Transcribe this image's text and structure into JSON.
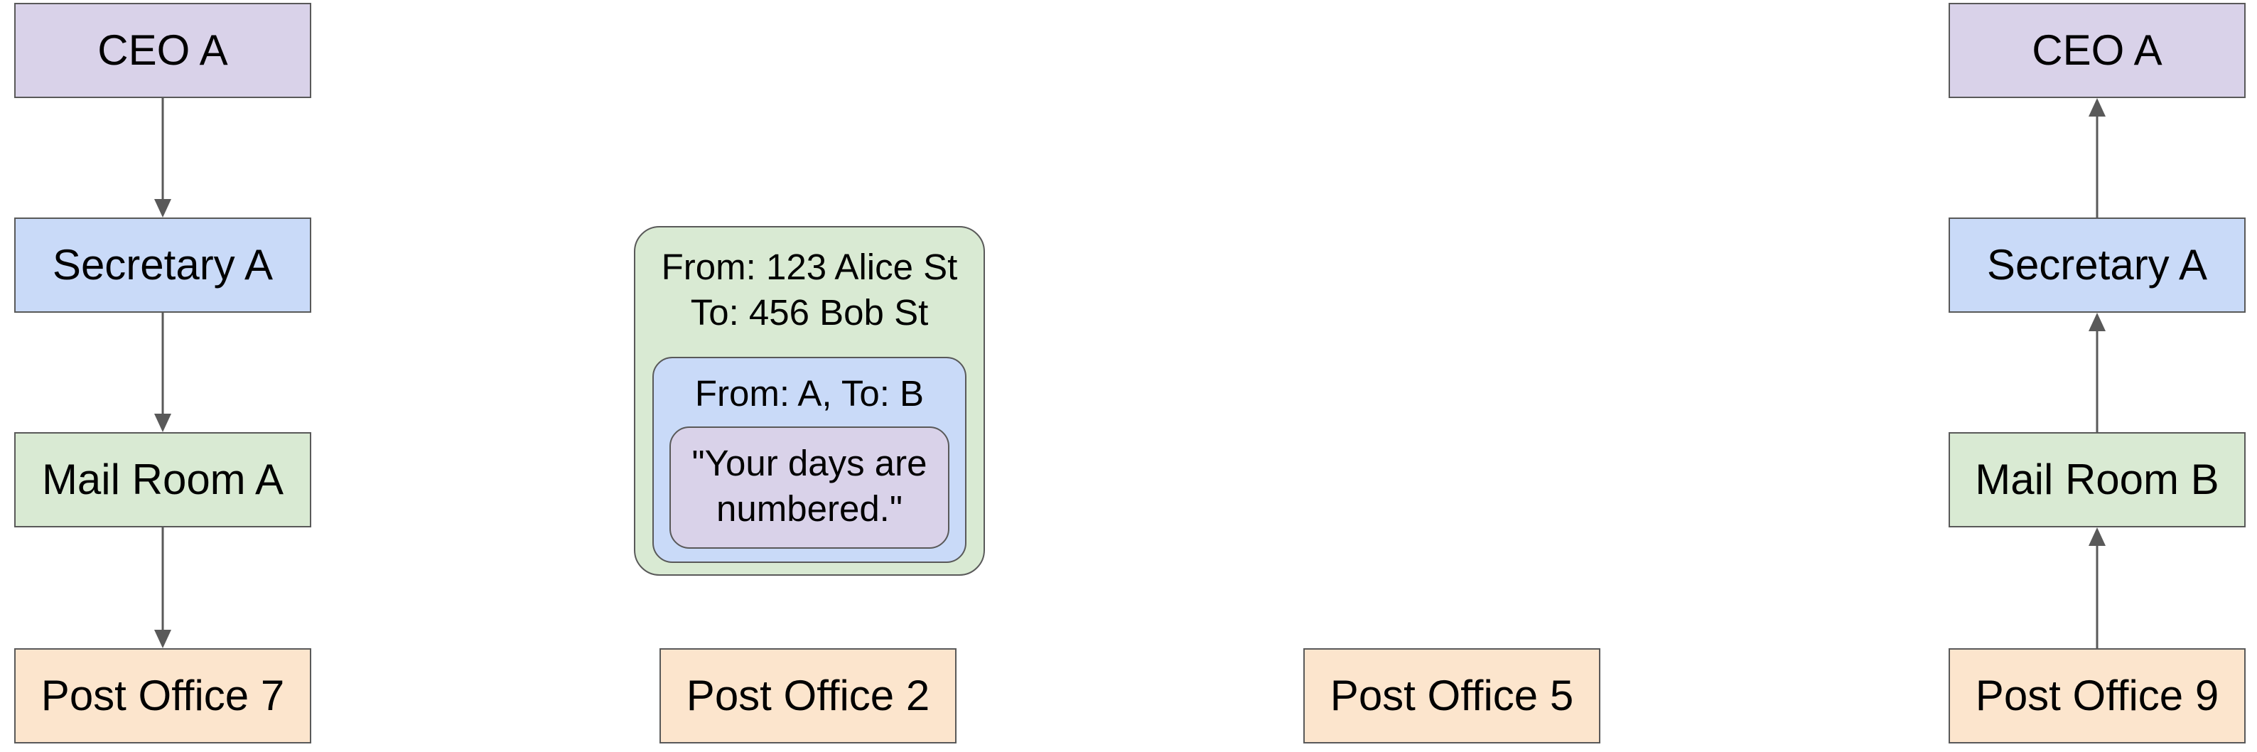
{
  "sender_stack": {
    "ceo": "CEO A",
    "secretary": "Secretary A",
    "mail_room": "Mail Room A",
    "post_office": "Post Office 7"
  },
  "in_transit": {
    "post_office": "Post Office 2",
    "envelope": {
      "from": "From: 123 Alice St",
      "to": "To: 456 Bob St",
      "letter": {
        "header": "From: A, To: B",
        "message_line_1": "\"Your days are",
        "message_line_2": "numbered.\""
      }
    }
  },
  "relay": {
    "post_office": "Post Office 5"
  },
  "receiver_stack": {
    "ceo": "CEO A",
    "secretary": "Secretary A",
    "mail_room": "Mail Room B",
    "post_office": "Post Office 9"
  },
  "colors": {
    "ceo": "#d9d2e9",
    "secretary": "#c9daf8",
    "mail_room": "#d9ead3",
    "post_office": "#fce5cd",
    "border": "#595959",
    "arrow": "#595959"
  }
}
